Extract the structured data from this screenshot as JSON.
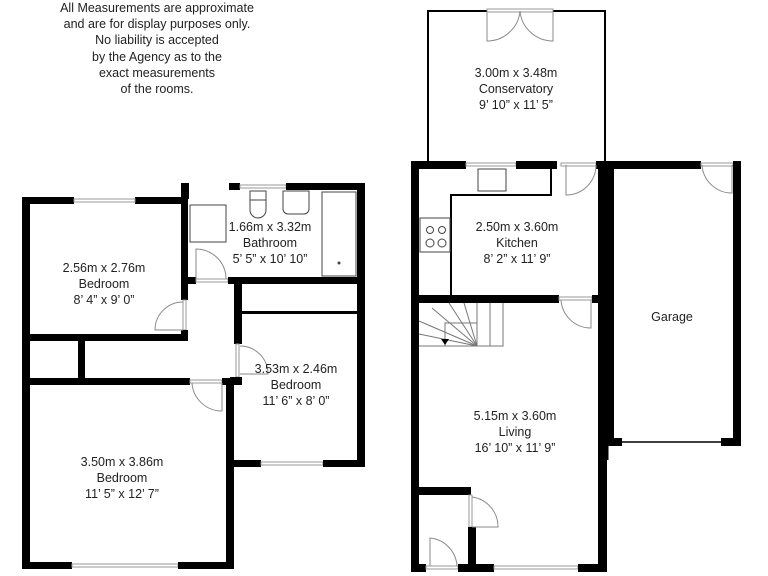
{
  "disclaimer": {
    "lines": [
      "All Measurements are approximate",
      "and are for  display purposes only.",
      "No liability is accepted",
      "by the Agency as to the",
      "exact measurements",
      "of the rooms."
    ]
  },
  "colors": {
    "wall": "#000000",
    "window": "#9a9a9a",
    "text": "#222222",
    "background": "#ffffff"
  },
  "rooms": [
    {
      "id": "bedroom-2",
      "metric": "2.56m x 2.76m",
      "name": "Bedroom",
      "imperial": "8’ 4” x 9’ 0”"
    },
    {
      "id": "bathroom",
      "metric": "1.66m x 3.32m",
      "name": "Bathroom",
      "imperial": "5’ 5” x 10’ 10”"
    },
    {
      "id": "bedroom-3",
      "metric": "3.53m x 2.46m",
      "name": "Bedroom",
      "imperial": "11’ 6” x 8’ 0”"
    },
    {
      "id": "bedroom-1",
      "metric": "3.50m x 3.86m",
      "name": "Bedroom",
      "imperial": "11’ 5” x 12’ 7”"
    },
    {
      "id": "conservatory",
      "metric": "3.00m x 3.48m",
      "name": "Conservatory",
      "imperial": "9’ 10” x 11’ 5”"
    },
    {
      "id": "kitchen",
      "metric": "2.50m x 3.60m",
      "name": "Kitchen",
      "imperial": "8’ 2” x 11’ 9”"
    },
    {
      "id": "living",
      "metric": "5.15m x 3.60m",
      "name": "Living",
      "imperial": "16’ 10” x 11’ 9”"
    },
    {
      "id": "garage",
      "name": "Garage"
    }
  ]
}
